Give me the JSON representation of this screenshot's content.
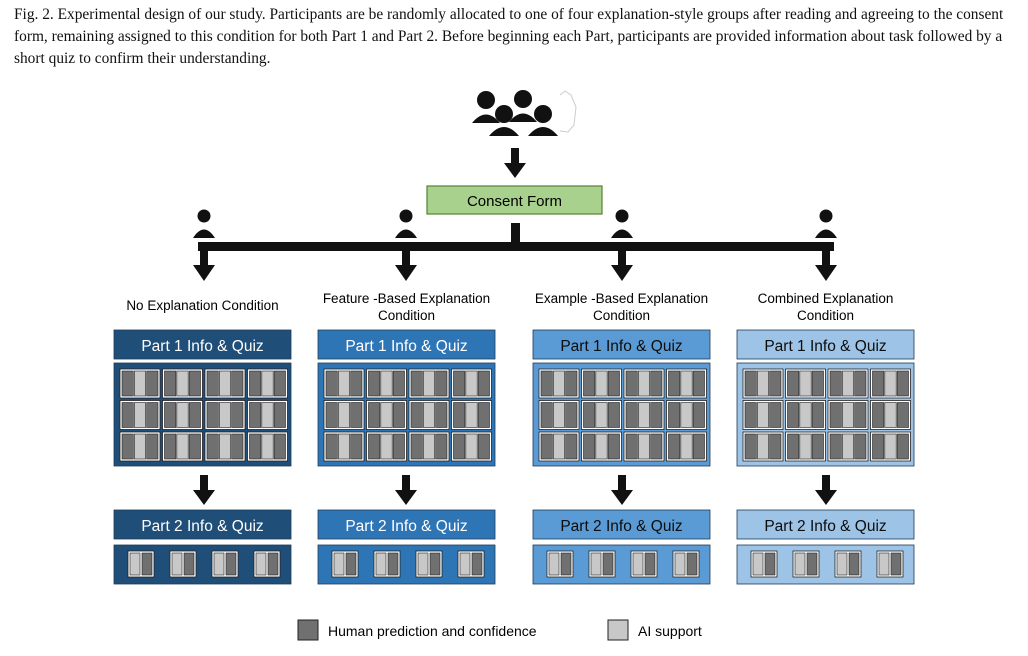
{
  "caption": "Fig. 2.  Experimental design of our study. Participants are be randomly allocated to one of four explanation-style groups after reading and agreeing to the consent form, remaining assigned to this condition for both Part 1 and Part 2. Before beginning each Part, participants are provided information about task followed by a short quiz to confirm their understanding.",
  "consent_label": "Consent Form",
  "conditions": [
    {
      "name_lines": [
        "No Explanation Condition"
      ],
      "part1": "Part 1 Info & Quiz",
      "part2": "Part 2 Info & Quiz",
      "color": "#1f4e79"
    },
    {
      "name_lines": [
        "Feature -Based Explanation",
        "Condition"
      ],
      "part1": "Part 1 Info & Quiz",
      "part2": "Part 2 Info & Quiz",
      "color": "#2e75b6"
    },
    {
      "name_lines": [
        "Example -Based Explanation",
        "Condition"
      ],
      "part1": "Part 1 Info & Quiz",
      "part2": "Part 2 Info & Quiz",
      "color": "#5b9bd5"
    },
    {
      "name_lines": [
        "Combined Explanation",
        "Condition"
      ],
      "part1": "Part 1 Info & Quiz",
      "part2": "Part 2 Info & Quiz",
      "color": "#9dc3e6"
    }
  ],
  "legend": [
    {
      "label": "Human prediction and confidence",
      "color": "#707070"
    },
    {
      "label": "AI support",
      "color": "#c8c8c8"
    }
  ],
  "colors": {
    "consent_fill": "#a9d18e",
    "consent_stroke": "#548235",
    "human": "#707070",
    "ai": "#c8c8c8"
  },
  "icons": [
    "participant-group-icon",
    "person-icon",
    "arrow-down-icon"
  ]
}
